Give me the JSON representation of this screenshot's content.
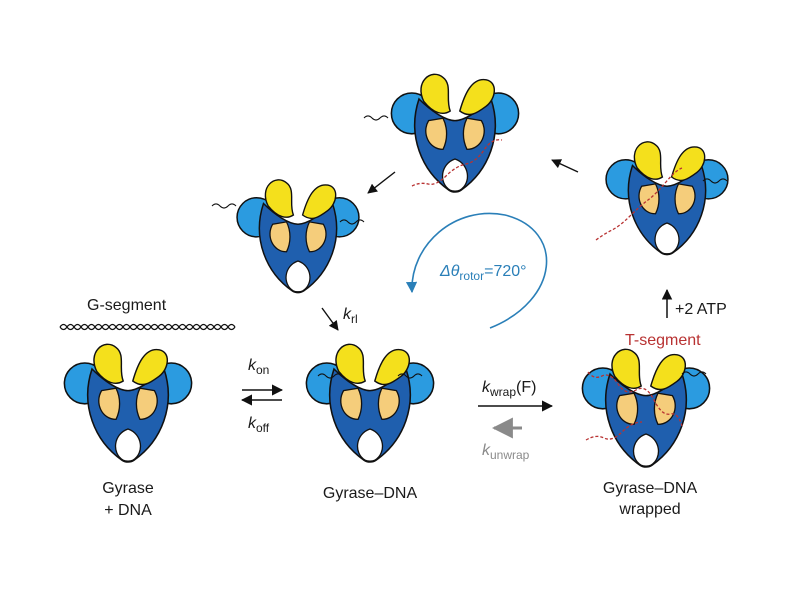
{
  "labels": {
    "g_segment": "G-segment",
    "t_segment": "T-segment",
    "plus_atp": "+2 ATP",
    "rotor_symbol": "Δθ",
    "rotor_sub": "rotor",
    "rotor_value": "=720°",
    "state_free_line1": "Gyrase",
    "state_free_line2": "+ DNA",
    "state_bound": "Gyrase–DNA",
    "state_wrapped_line1": "Gyrase–DNA",
    "state_wrapped_line2": "wrapped"
  },
  "rates": {
    "k_on": {
      "symbol": "k",
      "sub": "on",
      "suffix": ""
    },
    "k_off": {
      "symbol": "k",
      "sub": "off",
      "suffix": ""
    },
    "k_wrap": {
      "symbol": "k",
      "sub": "wrap",
      "suffix": "(F)"
    },
    "k_unwrap": {
      "symbol": "k",
      "sub": "unwrap",
      "suffix": ""
    },
    "k_rl": {
      "symbol": "k",
      "sub": "rl",
      "suffix": ""
    }
  },
  "colors": {
    "dark_blue": "#1f5fae",
    "light_blue": "#2b9be0",
    "yellow": "#f4e01c",
    "tan": "#f5cd7b",
    "t_segment": "#b83232",
    "rotor_arrow": "#2a7fb8",
    "unwrap_arrow": "#8a8a8a",
    "outline": "#111111"
  }
}
